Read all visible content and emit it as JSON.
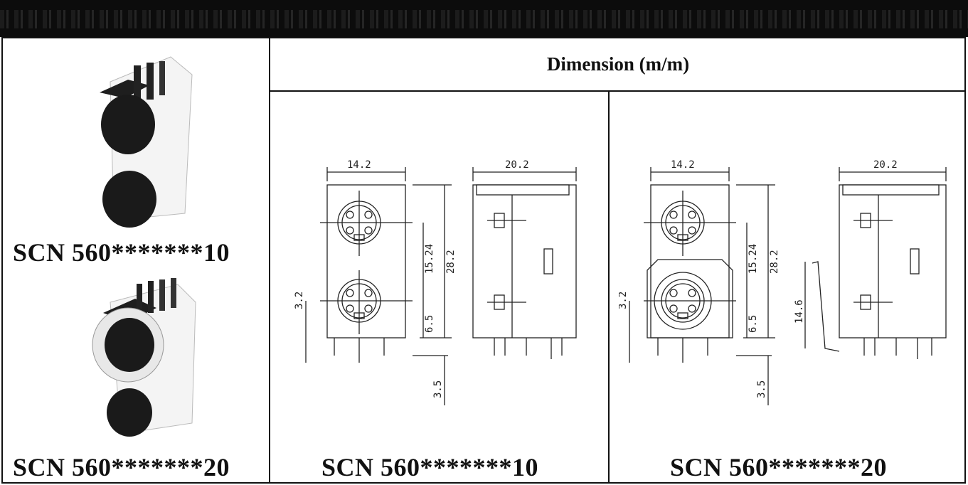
{
  "header": {
    "dimension_title": "Dimension (m/m)"
  },
  "products": [
    {
      "photo_label": "SCN 560*******10"
    },
    {
      "photo_label": "SCN 560*******20"
    }
  ],
  "drawings": [
    {
      "label": "SCN 560*******10",
      "front_width": "14.2",
      "side_width": "20.2",
      "pitch": "15.24",
      "height": "28.2",
      "offset": "3.2",
      "lower": "6.5",
      "pin_length": "3.5"
    },
    {
      "label": "SCN 560*******20",
      "front_width": "14.2",
      "side_width": "20.2",
      "pitch": "15.24",
      "height": "28.2",
      "offset": "3.2",
      "lower": "6.5",
      "pin_length": "3.5",
      "bracket_height": "14.6"
    }
  ],
  "colors": {
    "line": "#111111",
    "bar": "#0c0c0c",
    "port": "#1a1a1a"
  }
}
